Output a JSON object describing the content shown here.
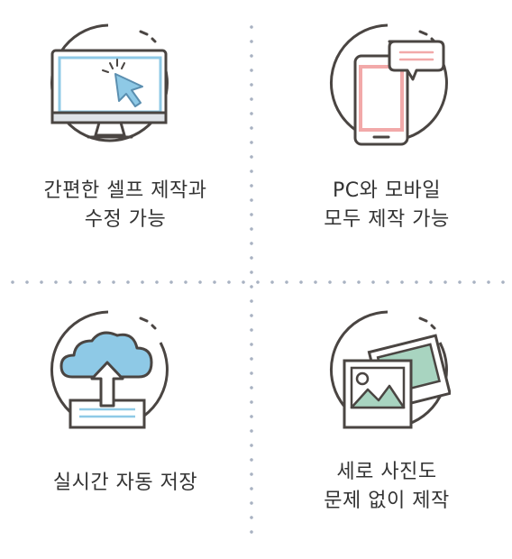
{
  "features": [
    {
      "lines": [
        "간편한 셀프 제작과",
        "수정 가능"
      ],
      "icon": "monitor-cursor-icon"
    },
    {
      "lines": [
        "PC와 모바일",
        "모두 제작 가능"
      ],
      "icon": "smartphone-chat-icon"
    },
    {
      "lines": [
        "실시간 자동 저장"
      ],
      "icon": "cloud-upload-icon"
    },
    {
      "lines": [
        "세로 사진도",
        "문제 없이 제작"
      ],
      "icon": "photos-icon"
    }
  ],
  "colors": {
    "outline": "#4a4542",
    "blue": "#8ec9e6",
    "pink": "#f2a9a9",
    "green": "#a8d4c0",
    "dots": "#a9b2c2"
  }
}
